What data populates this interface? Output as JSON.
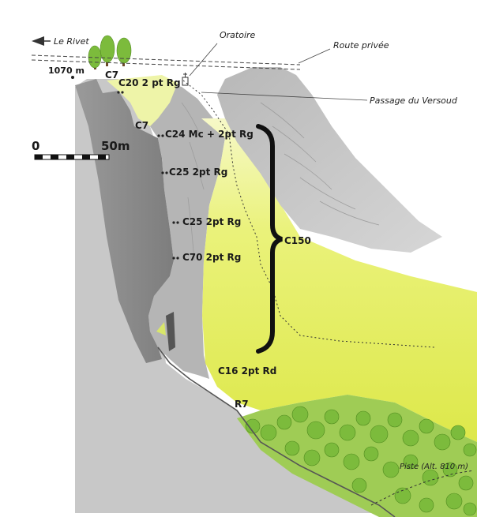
{
  "labels": {
    "le_rivet": "Le Rivet",
    "oratoire": "Oratoire",
    "route_privee": "Route privée",
    "passage": "Passage du Versoud",
    "altitude_top": "1070 m",
    "c7_top": "C7",
    "c20": "C20 2 pt Rg",
    "c7_mid": "C7",
    "c24": "C24 Mc + 2pt Rg",
    "c25a": "C25 2pt Rg",
    "c25b": "C25 2pt Rg",
    "c70": "C70 2pt Rg",
    "c150": "C150",
    "c16": "C16 2pt Rd",
    "r7": "R7",
    "piste": "Piste (Alt. 810 m)",
    "scale_zero": "0",
    "scale_50": "50m"
  },
  "colors": {
    "rock_dark": "#8f8f8f",
    "rock_light": "#c9c9c9",
    "slope_green": "#e4ee62",
    "forest": "#7cbb3c",
    "ink": "#1a1a1a"
  }
}
